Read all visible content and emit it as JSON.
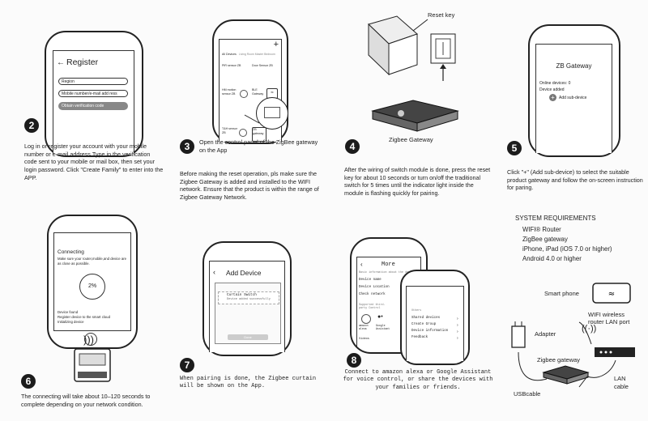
{
  "step2": {
    "number": "2",
    "phone_title": "Register",
    "field_region": "Region",
    "field_mobile": "Mobile number/e-mail add  ress",
    "button": "Obtain verification code",
    "text": "Log in or register your account with your mobile number or e-mail address.Type in the verification code sent to your mobile or mail box, then set your login password. Click \"Create Family\" to enter into the APP."
  },
  "step3": {
    "number": "3",
    "plus": "+",
    "tab_all": "All Devices",
    "tab_other": "Living Room  Master Bedroom",
    "dev_pir": "PIR sensor ZB",
    "dev_door": "Door Sensor ZB",
    "dev_hm": "HM motion sensor ZB",
    "dev_bl": "BLE Gateway",
    "dev_th": "T&H sensor ZB",
    "dev_zb": "ZB gateway",
    "caption": "Open the control panel of the ZigBee gateway on the App",
    "text": "Before making the reset operation, pls make sure the Zigbee Gateway is added and installed to the WIFI network. Ensure that the product is within the range of Zigbee Gateway Network."
  },
  "step4": {
    "number": "4",
    "reset_label": "Reset key",
    "gateway_label": "Zigbee Gateway",
    "text": "After the wiring of switch module is done, press the reset key for about 10 seconds or turn on/off the traditional switch for 5 times until the indicator light inside the module is flashing quickly for pairing."
  },
  "step5": {
    "number": "5",
    "title": "ZB Gateway",
    "online": "Online devices: 0",
    "device_added": "Device added",
    "add_sub": "Add sub-device",
    "text": "Click \"+\" (Add sub-device) to select the suitable product gateway and follow the on-screen instruction for paring."
  },
  "requirements": {
    "title": "SYSTEM REQUIREMENTS",
    "items": [
      "WIFI® Router",
      "ZigBee gateway",
      "iPhone, iPad (iOS 7.0 or higher)",
      "Android 4.0 or higher"
    ]
  },
  "step6": {
    "number": "6",
    "title": "Connecting",
    "hint": "Make sure your router,mobile,and device are as close as possible.",
    "percent": "2%",
    "status1": "Device found",
    "status2": "Register device to the smart cloud",
    "status3": "Initializing device",
    "text": "The connecting will take about 10–120 seconds to complete depending on your network condition."
  },
  "step7": {
    "number": "7",
    "title": "Add Device",
    "item": "Curtain Switch",
    "item_sub": "Device added successfully",
    "button": "Done",
    "text": "When pairing is done, the Zigbee curtain will be shown on the App."
  },
  "step8": {
    "number": "8",
    "title": "More",
    "basic_info": "Basic information about the device",
    "device_name": "Device name",
    "device_location": "Device Location",
    "check_network": "Check network",
    "third_party": "Supported third-party Control",
    "alexa": "amazon alexa",
    "google": "Google Assistant",
    "others": "Others",
    "shared": "Shared devices",
    "create_group": "Create Group",
    "device_info": "Device information",
    "feedback": "Feedback",
    "videos": "Videos",
    "text": "Connect to amazon alexa or Google Assistant for voice control, or share the devices with your families or friends."
  },
  "diagram": {
    "smartphone": "Smart phone",
    "router": "WIFI wireless router LAN port",
    "adapter": "Adapter",
    "gateway": "Zigbee gateway",
    "usb": "USBcable",
    "lan": "LAN cable"
  }
}
